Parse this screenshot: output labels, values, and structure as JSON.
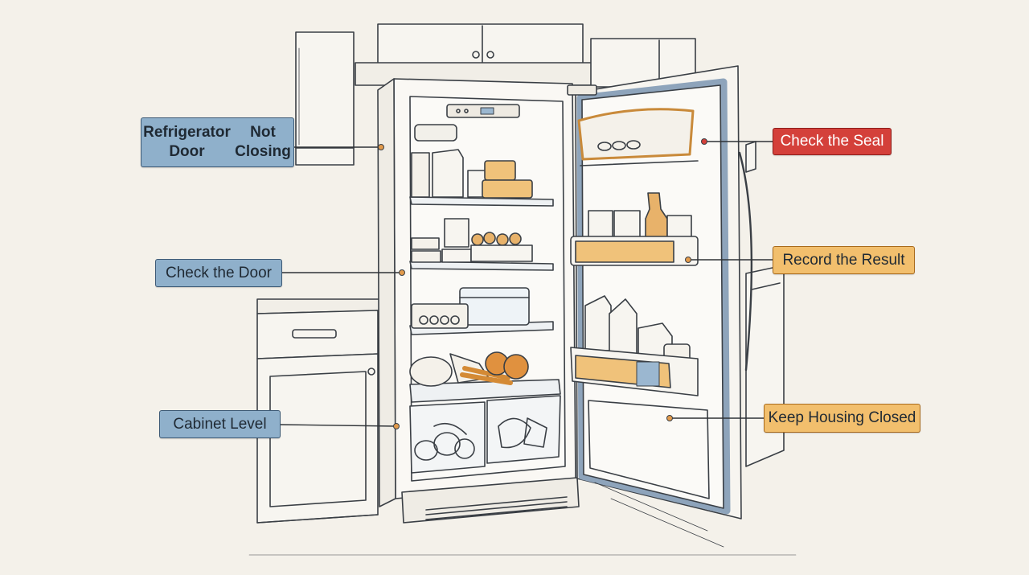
{
  "labels": {
    "title": {
      "line1": "Refrigerator Door",
      "line2": "Not Closing"
    },
    "check_door": "Check the Door",
    "cabinet_level": "Cabinet Level",
    "check_seal": "Check the Seal",
    "record_result": "Record the Result",
    "keep_housing": "Keep Housing Closed"
  },
  "colors": {
    "blue_label": "#8fb0cb",
    "orange_label": "#f2bf6d",
    "red_label": "#d4403a",
    "door_gasket": "#8ea4bb",
    "bin_accent": "#f0c27a",
    "line": "#3a3f45"
  }
}
